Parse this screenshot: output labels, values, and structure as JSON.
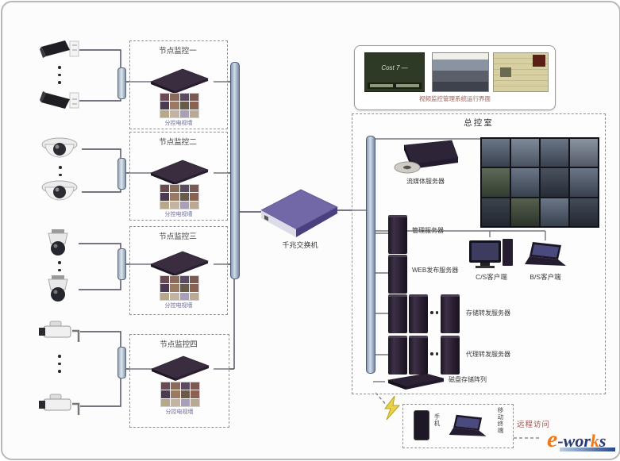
{
  "node_boxes": [
    {
      "title": "节点监控一",
      "caption": "分控电视墙"
    },
    {
      "title": "节点监控二",
      "caption": "分控电视墙"
    },
    {
      "title": "节点监控三",
      "caption": "分控电视墙"
    },
    {
      "title": "节点监控四",
      "caption": "分控电视墙"
    }
  ],
  "switch_label": "千兆交换机",
  "top_panel": {
    "screen1_text": "Cost 7 —",
    "caption": "视频监控管理系统运行界面"
  },
  "control_room": {
    "title": "总控室",
    "media_server": "流媒体服务器",
    "server1": "管理服务器",
    "server2": "WEB发布服务器",
    "server_group1": "存储转发服务器",
    "server_group2": "代理转发服务器",
    "disk_array": "磁盘存储阵列",
    "client_pc": "C/S客户端",
    "client_laptop": "B/S客户端"
  },
  "remote": {
    "label": "远程访问",
    "phone": "手机",
    "mobile": "移动终端"
  },
  "logo": {
    "e": "e",
    "rest1": "-wor",
    "k": "k",
    "s": "s"
  },
  "misc": {
    "ellipsis": "···"
  }
}
